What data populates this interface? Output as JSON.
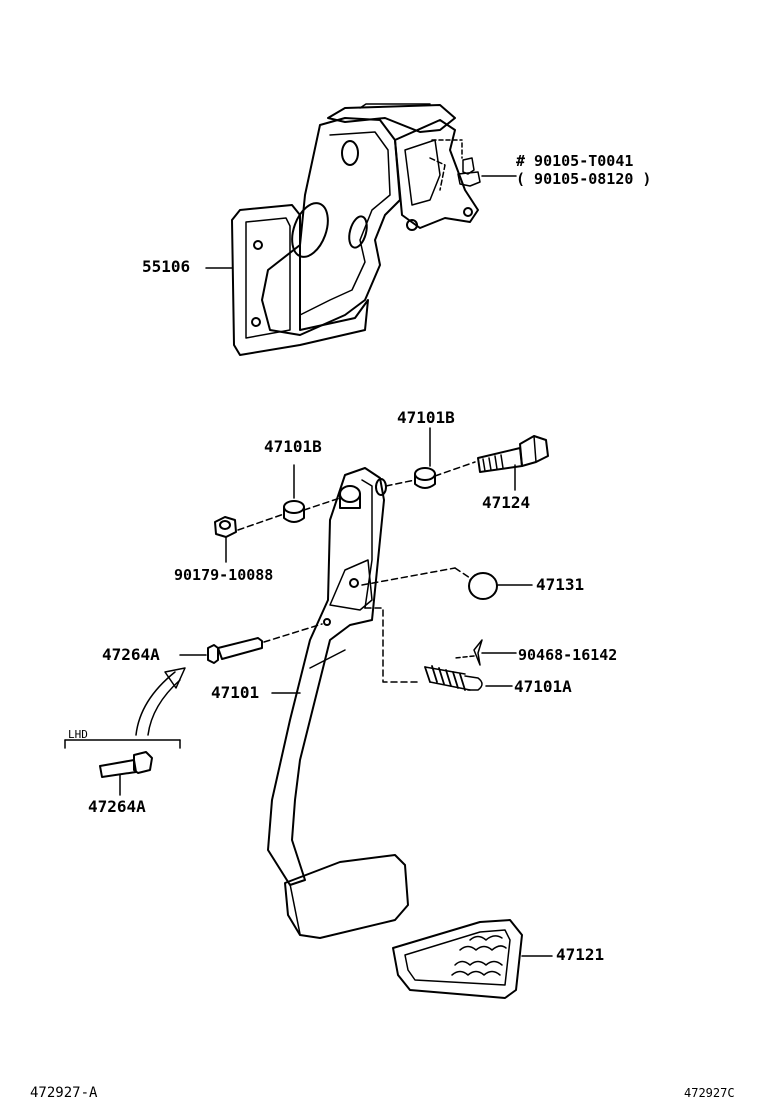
{
  "parts": {
    "bracket": "55106",
    "bolt_main": "# 90105-T0041",
    "bolt_alt": "( 90105-08120 )",
    "bushing_left": "47101B",
    "bushing_right": "47101B",
    "bolt_pivot": "47124",
    "nut": "90179-10088",
    "stop_lamp_cushion": "47131",
    "pin_main": "47264A",
    "pedal_arm": "47101",
    "clip": "90468-16142",
    "spring": "47101A",
    "pin_lhd": "47264A",
    "pedal_pad": "47121"
  },
  "lhd_label": "LHD",
  "footer": {
    "left_code": "472927-A",
    "right_code": "472927C"
  }
}
